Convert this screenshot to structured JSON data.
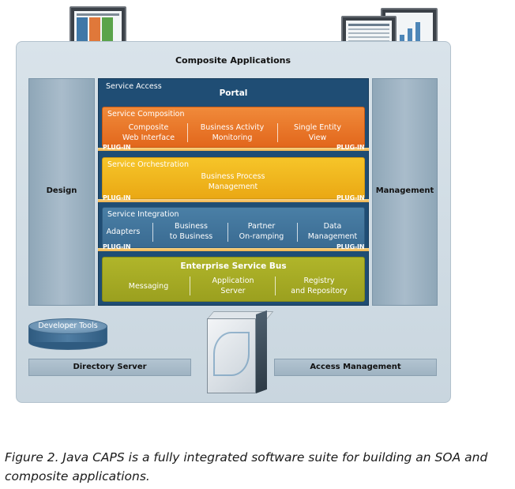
{
  "diagram": {
    "panel_title": "Composite Applications",
    "left_column": "Design",
    "right_column": "Management",
    "service_access": {
      "header": "Service Access",
      "title": "Portal"
    },
    "service_composition": {
      "header": "Service Composition",
      "items": [
        "Composite\nWeb Interface",
        "Business Activity\nMonitoring",
        "Single Entity\nView"
      ]
    },
    "service_orchestration": {
      "header": "Service Orchestration",
      "title": "Business Process\nManagement"
    },
    "service_integration": {
      "header": "Service Integration",
      "items": [
        "Adapters",
        "Business\nto Business",
        "Partner\nOn-ramping",
        "Data\nManagement"
      ]
    },
    "esb": {
      "title": "Enterprise Service Bus",
      "items": [
        "Messaging",
        "Application\nServer",
        "Registry\nand Repository"
      ]
    },
    "plugin_label": "PLUG-IN",
    "developer_tools": "Developer Tools",
    "directory_server": "Directory Server",
    "access_management": "Access Management"
  },
  "caption": "Figure 2. Java CAPS is a fully integrated software suite for building an SOA and composite applications.",
  "colors": {
    "service_access": "#1f4d74",
    "composition": "#e2671c",
    "orchestration": "#eaa814",
    "integration": "#3a6b92",
    "esb": "#9ba01f",
    "side_columns": "#9fb3c2"
  },
  "icons": [
    "monitor-icon",
    "product-box-icon",
    "database-cylinder-icon"
  ]
}
